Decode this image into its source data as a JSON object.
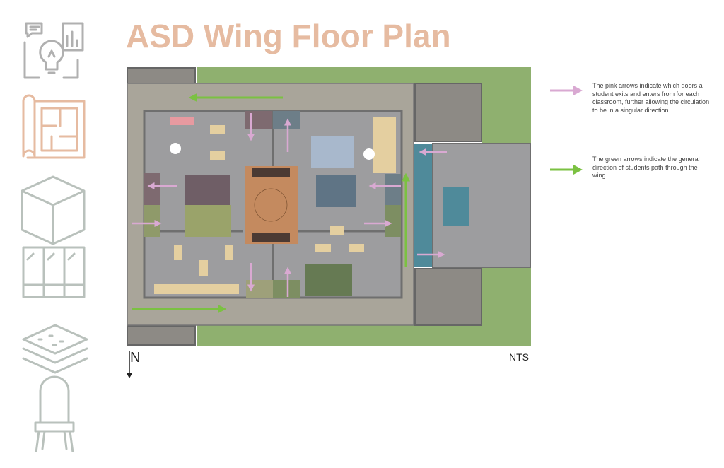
{
  "title": "ASD Wing Floor Plan",
  "legend": [
    {
      "color": "#d9a9d2",
      "text": "The pink arrows indicate which doors a student exits and enters from for each classroom, further allowing the circulation to be in a singular direction"
    },
    {
      "color": "#7bc142",
      "text": "The green arrows indicate the general direction of students path through the wing."
    }
  ],
  "north_label": "N",
  "scale_label": "NTS",
  "side_icons": [
    "idea-lightbulb-chart-icon",
    "blueprint-icon",
    "cube-icon",
    "window-icon",
    "flooring-layers-icon",
    "chair-icon"
  ],
  "colors": {
    "title": "#e6bba1",
    "pink_arrow": "#d9a9d2",
    "green_arrow": "#7bc142",
    "corridor": "#a9a59a",
    "room": "#9a9a9c",
    "grass": "#8fb06f"
  }
}
